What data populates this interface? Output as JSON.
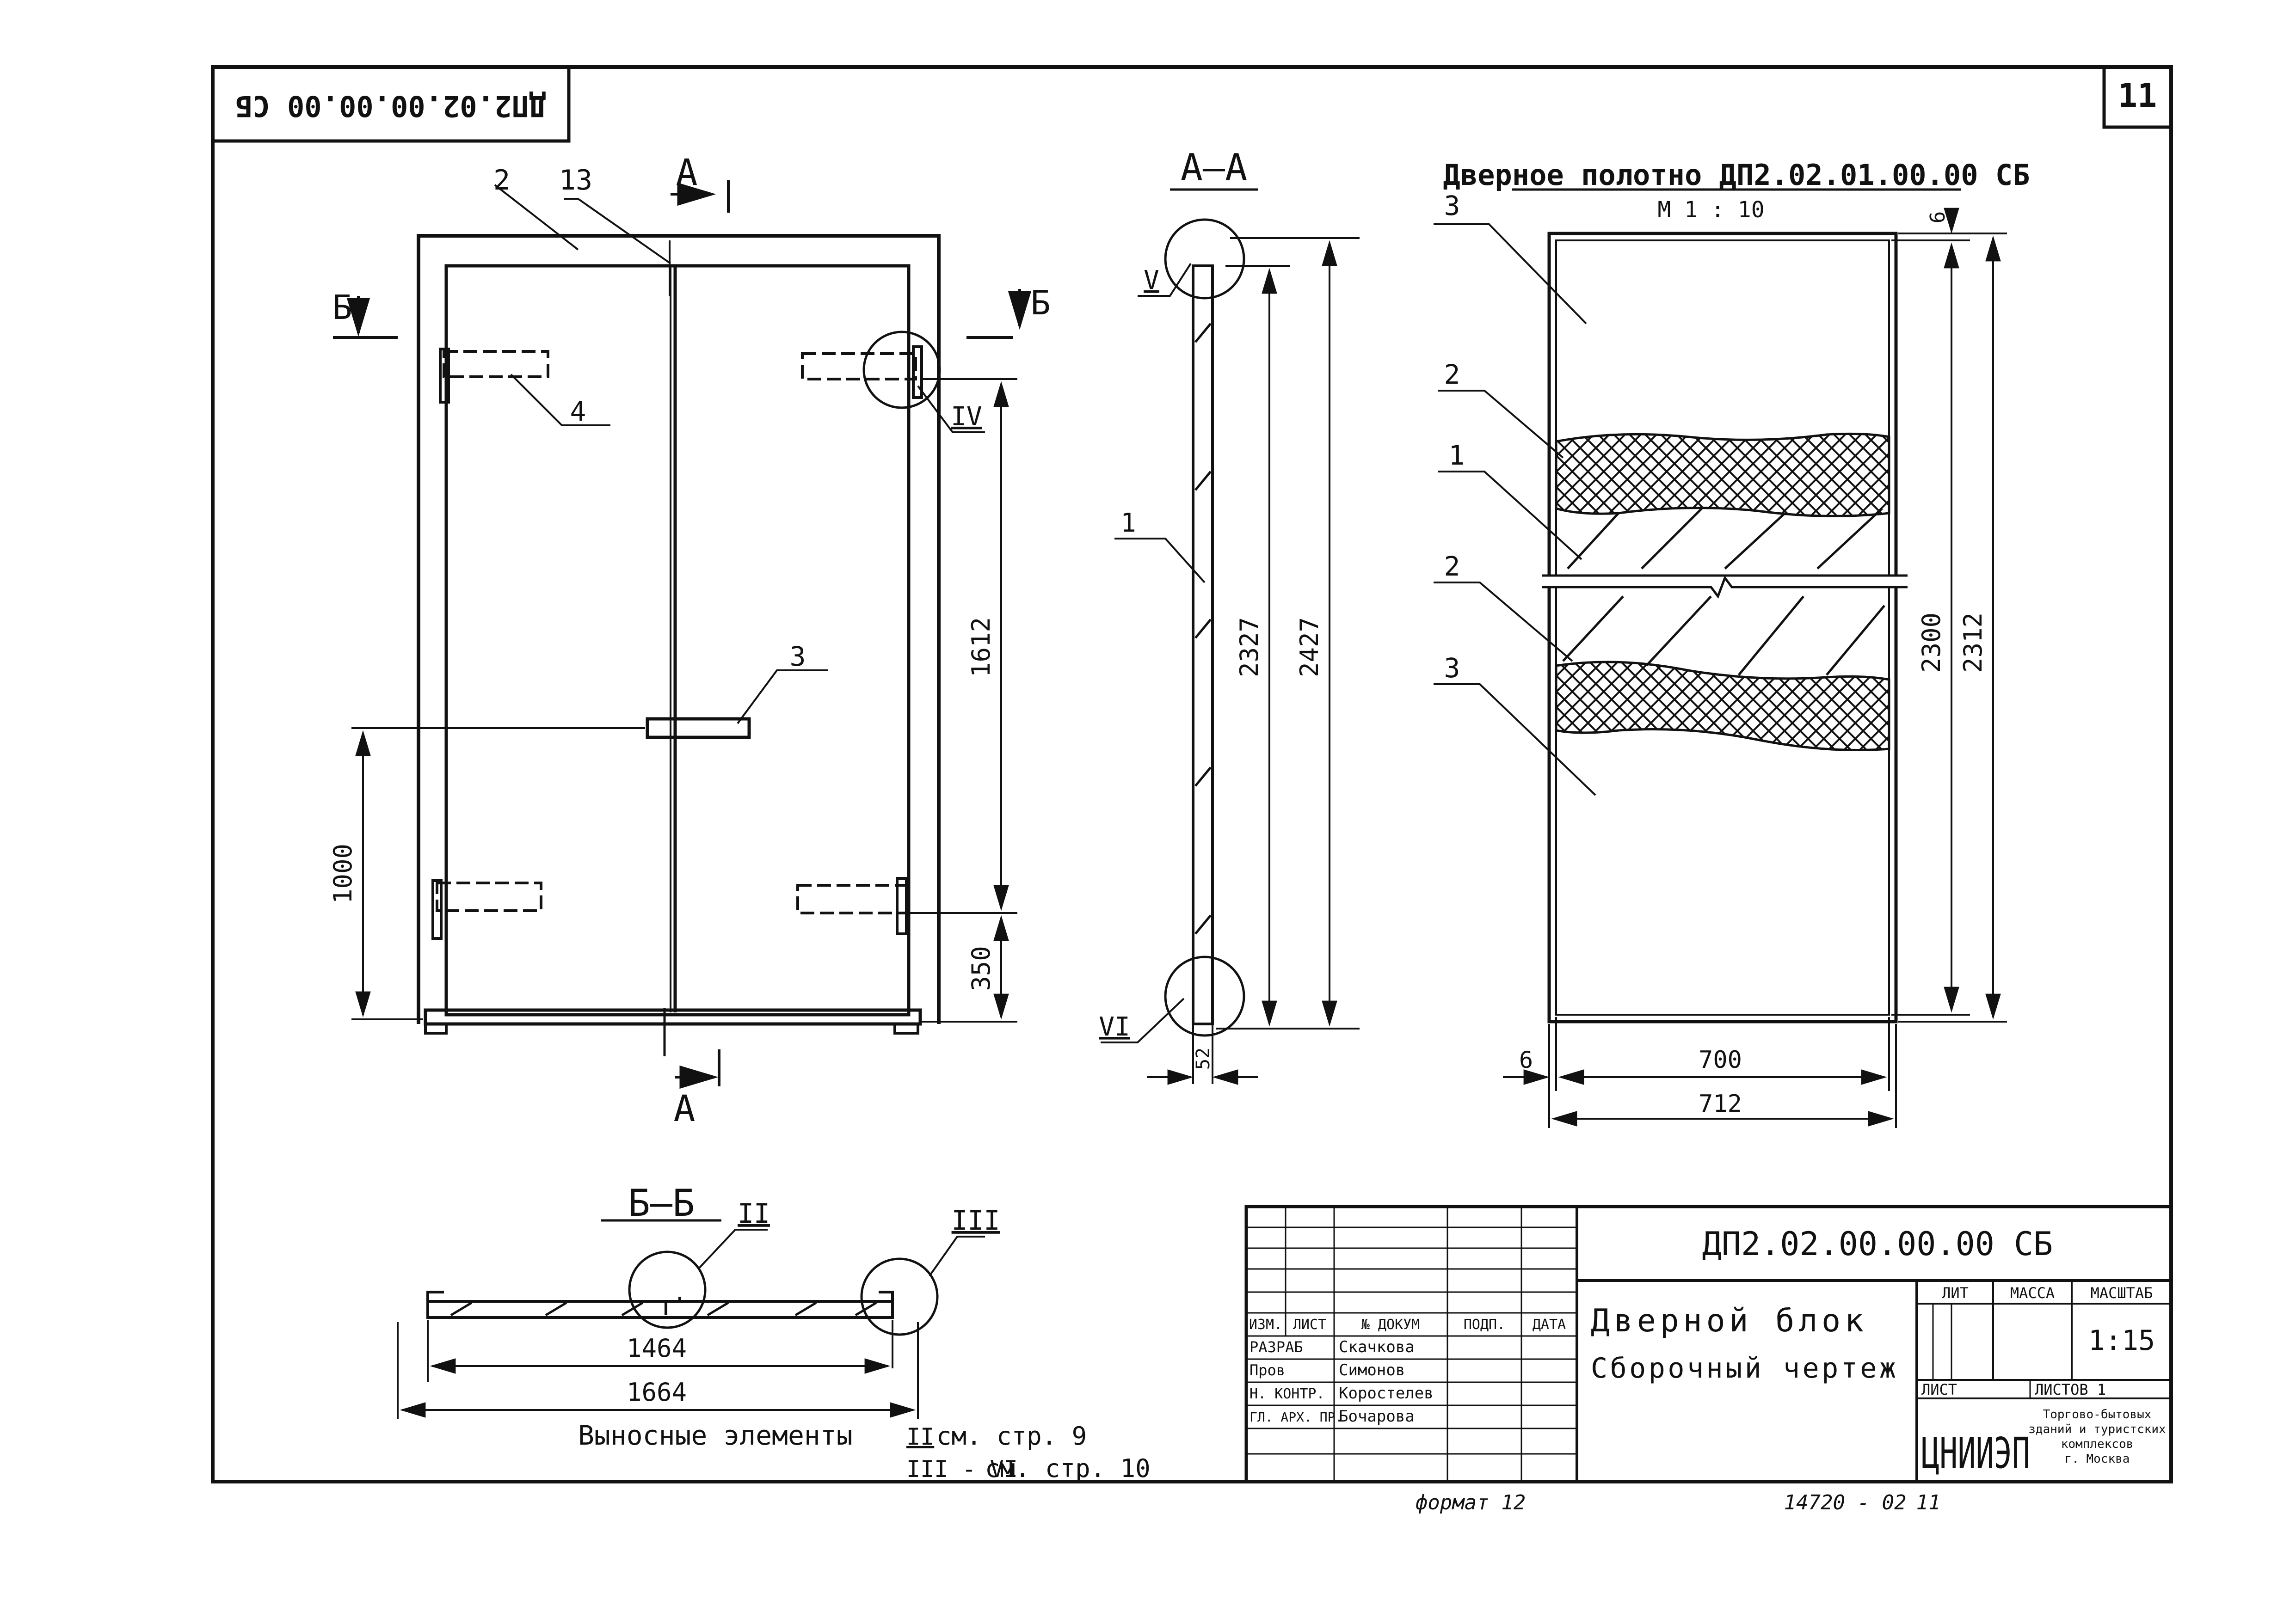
{
  "sheet": {
    "stamp_code_rotated": "ДП2.02.00.00.00 СБ",
    "sheet_number": "11",
    "format_label": "формат 12",
    "archive_number": "14720 - 02",
    "archive_sheet": "11"
  },
  "front_view": {
    "section_mark": "А",
    "section_b": "Б",
    "callouts": {
      "c2": "2",
      "c13": "13",
      "c4": "4",
      "c3": "3",
      "cIV": "IV"
    },
    "dims": {
      "d1612": "1612",
      "d1000": "1000",
      "d350": "350"
    }
  },
  "section_aa": {
    "title": "А—А",
    "callouts": {
      "cV": "V",
      "c1": "1",
      "cVI": "VI"
    },
    "dims": {
      "d2327": "2327",
      "d2427": "2427",
      "d52": "52"
    }
  },
  "door_leaf": {
    "title": "Дверное полотно ДП2.02.01.00.00 СБ",
    "scale": "М 1 : 10",
    "callouts": {
      "c3a": "3",
      "c2a": "2",
      "c1": "1",
      "c2b": "2",
      "c3b": "3"
    },
    "dims": {
      "d6a": "6",
      "d2300": "2300",
      "d2312": "2312",
      "d6b": "6",
      "d700": "700",
      "d712": "712"
    }
  },
  "section_bb": {
    "title": "Б—Б",
    "callouts": {
      "cII": "II",
      "cIII": "III"
    },
    "dims": {
      "d1464": "1464",
      "d1664": "1664"
    },
    "note_line1": "Выносные элементы",
    "note_ref1": "II",
    "note_page1": "см. стр. 9",
    "note_ref2": "III - VI",
    "note_page2": "см. стр. 10"
  },
  "title_block": {
    "doc_code": "ДП2.02.00.00.00 СБ",
    "product_name": "Дверной блок",
    "doc_type": "Сборочный чертеж",
    "col_izm": "ИЗМ.",
    "col_list": "ЛИСТ",
    "col_ndok": "№ ДОКУМ",
    "col_podp": "ПОДП.",
    "col_data": "ДАТА",
    "roles": [
      {
        "role": "РАЗРАБ",
        "name": "Скачкова"
      },
      {
        "role": "Пров",
        "name": "Симонов"
      },
      {
        "role": "Н. КОНТР.",
        "name": "Коростелев"
      },
      {
        "role": "ГЛ. АРХ. ПР.",
        "name": "Бочарова"
      }
    ],
    "lit_label": "ЛИТ",
    "mass_label": "МАССА",
    "scale_label": "МАСШТАБ",
    "scale_value": "1:15",
    "list_label": "ЛИСТ",
    "listov_label": "ЛИСТОВ 1",
    "org_logo": "ЦНИИЭП",
    "org_line1": "Торгово-бытовых",
    "org_line2": "зданий и туристских",
    "org_line3": "комплексов",
    "org_line4": "г. Москва"
  }
}
